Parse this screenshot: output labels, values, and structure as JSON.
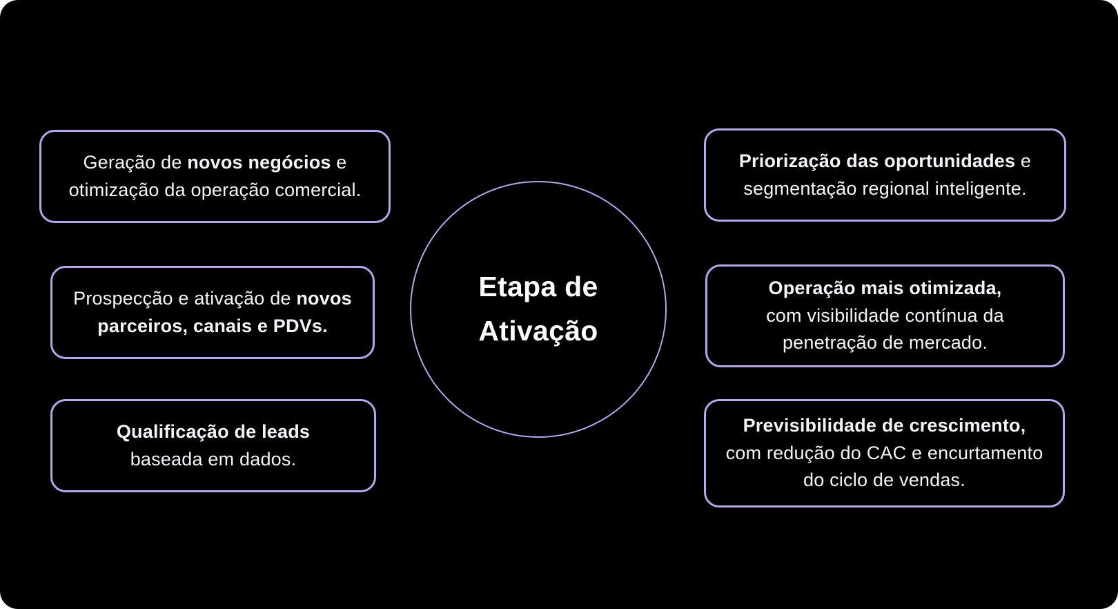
{
  "canvas": {
    "background_color": "#000000",
    "page_background": "#ffffff",
    "accent_border_color": "#b7a6e8",
    "text_color": "#f5f3f8"
  },
  "center_circle": {
    "line1": "Etapa de",
    "line2": "Ativação"
  },
  "boxes": {
    "left": [
      {
        "id": "geracao-novos-negocios",
        "lines": [
          {
            "segments": [
              {
                "text": "Geração de ",
                "bold": false
              },
              {
                "text": "novos negócios",
                "bold": true
              },
              {
                "text": " e",
                "bold": false
              }
            ]
          },
          {
            "segments": [
              {
                "text": "otimização da operação comercial.",
                "bold": false
              }
            ]
          }
        ]
      },
      {
        "id": "prospeccao-parceiros",
        "lines": [
          {
            "segments": [
              {
                "text": "Prospecção e ativação de ",
                "bold": false
              },
              {
                "text": "novos",
                "bold": true
              }
            ]
          },
          {
            "segments": [
              {
                "text": "parceiros, canais e PDVs.",
                "bold": true
              }
            ]
          }
        ]
      },
      {
        "id": "qualificacao-leads",
        "lines": [
          {
            "segments": [
              {
                "text": "Qualificação de leads",
                "bold": true
              }
            ]
          },
          {
            "segments": [
              {
                "text": "baseada em dados.",
                "bold": false
              }
            ]
          }
        ]
      }
    ],
    "right": [
      {
        "id": "priorizacao-oportunidades",
        "lines": [
          {
            "segments": [
              {
                "text": "Priorização das oportunidades",
                "bold": true
              },
              {
                "text": " e",
                "bold": false
              }
            ]
          },
          {
            "segments": [
              {
                "text": "segmentação regional inteligente.",
                "bold": false
              }
            ]
          }
        ]
      },
      {
        "id": "operacao-otimizada",
        "lines": [
          {
            "segments": [
              {
                "text": "Operação mais otimizada,",
                "bold": true
              }
            ]
          },
          {
            "segments": [
              {
                "text": "com visibilidade contínua da",
                "bold": false
              }
            ]
          },
          {
            "segments": [
              {
                "text": "penetração de mercado.",
                "bold": false
              }
            ]
          }
        ]
      },
      {
        "id": "previsibilidade-crescimento",
        "lines": [
          {
            "segments": [
              {
                "text": "Previsibilidade de crescimento,",
                "bold": true
              }
            ]
          },
          {
            "segments": [
              {
                "text": "com redução do CAC e encurtamento",
                "bold": false
              }
            ]
          },
          {
            "segments": [
              {
                "text": "do ciclo de vendas.",
                "bold": false
              }
            ]
          }
        ]
      }
    ]
  }
}
